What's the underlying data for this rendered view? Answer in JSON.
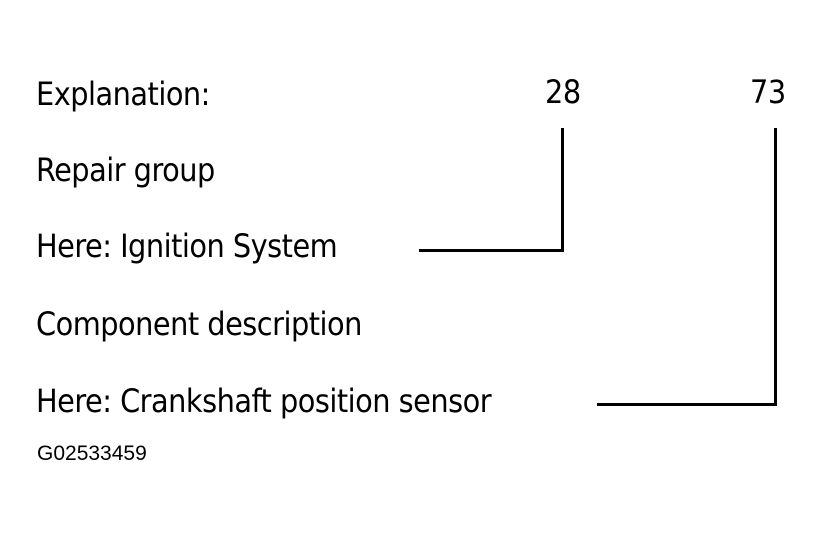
{
  "explanation_label": "Explanation:",
  "repair_group_number": "28",
  "component_number": "73",
  "repair_group_label": "Repair group",
  "repair_group_example": "Here: Ignition System",
  "component_label": "Component description",
  "component_example": "Here: Crankshaft position sensor",
  "image_code": "G02533459"
}
